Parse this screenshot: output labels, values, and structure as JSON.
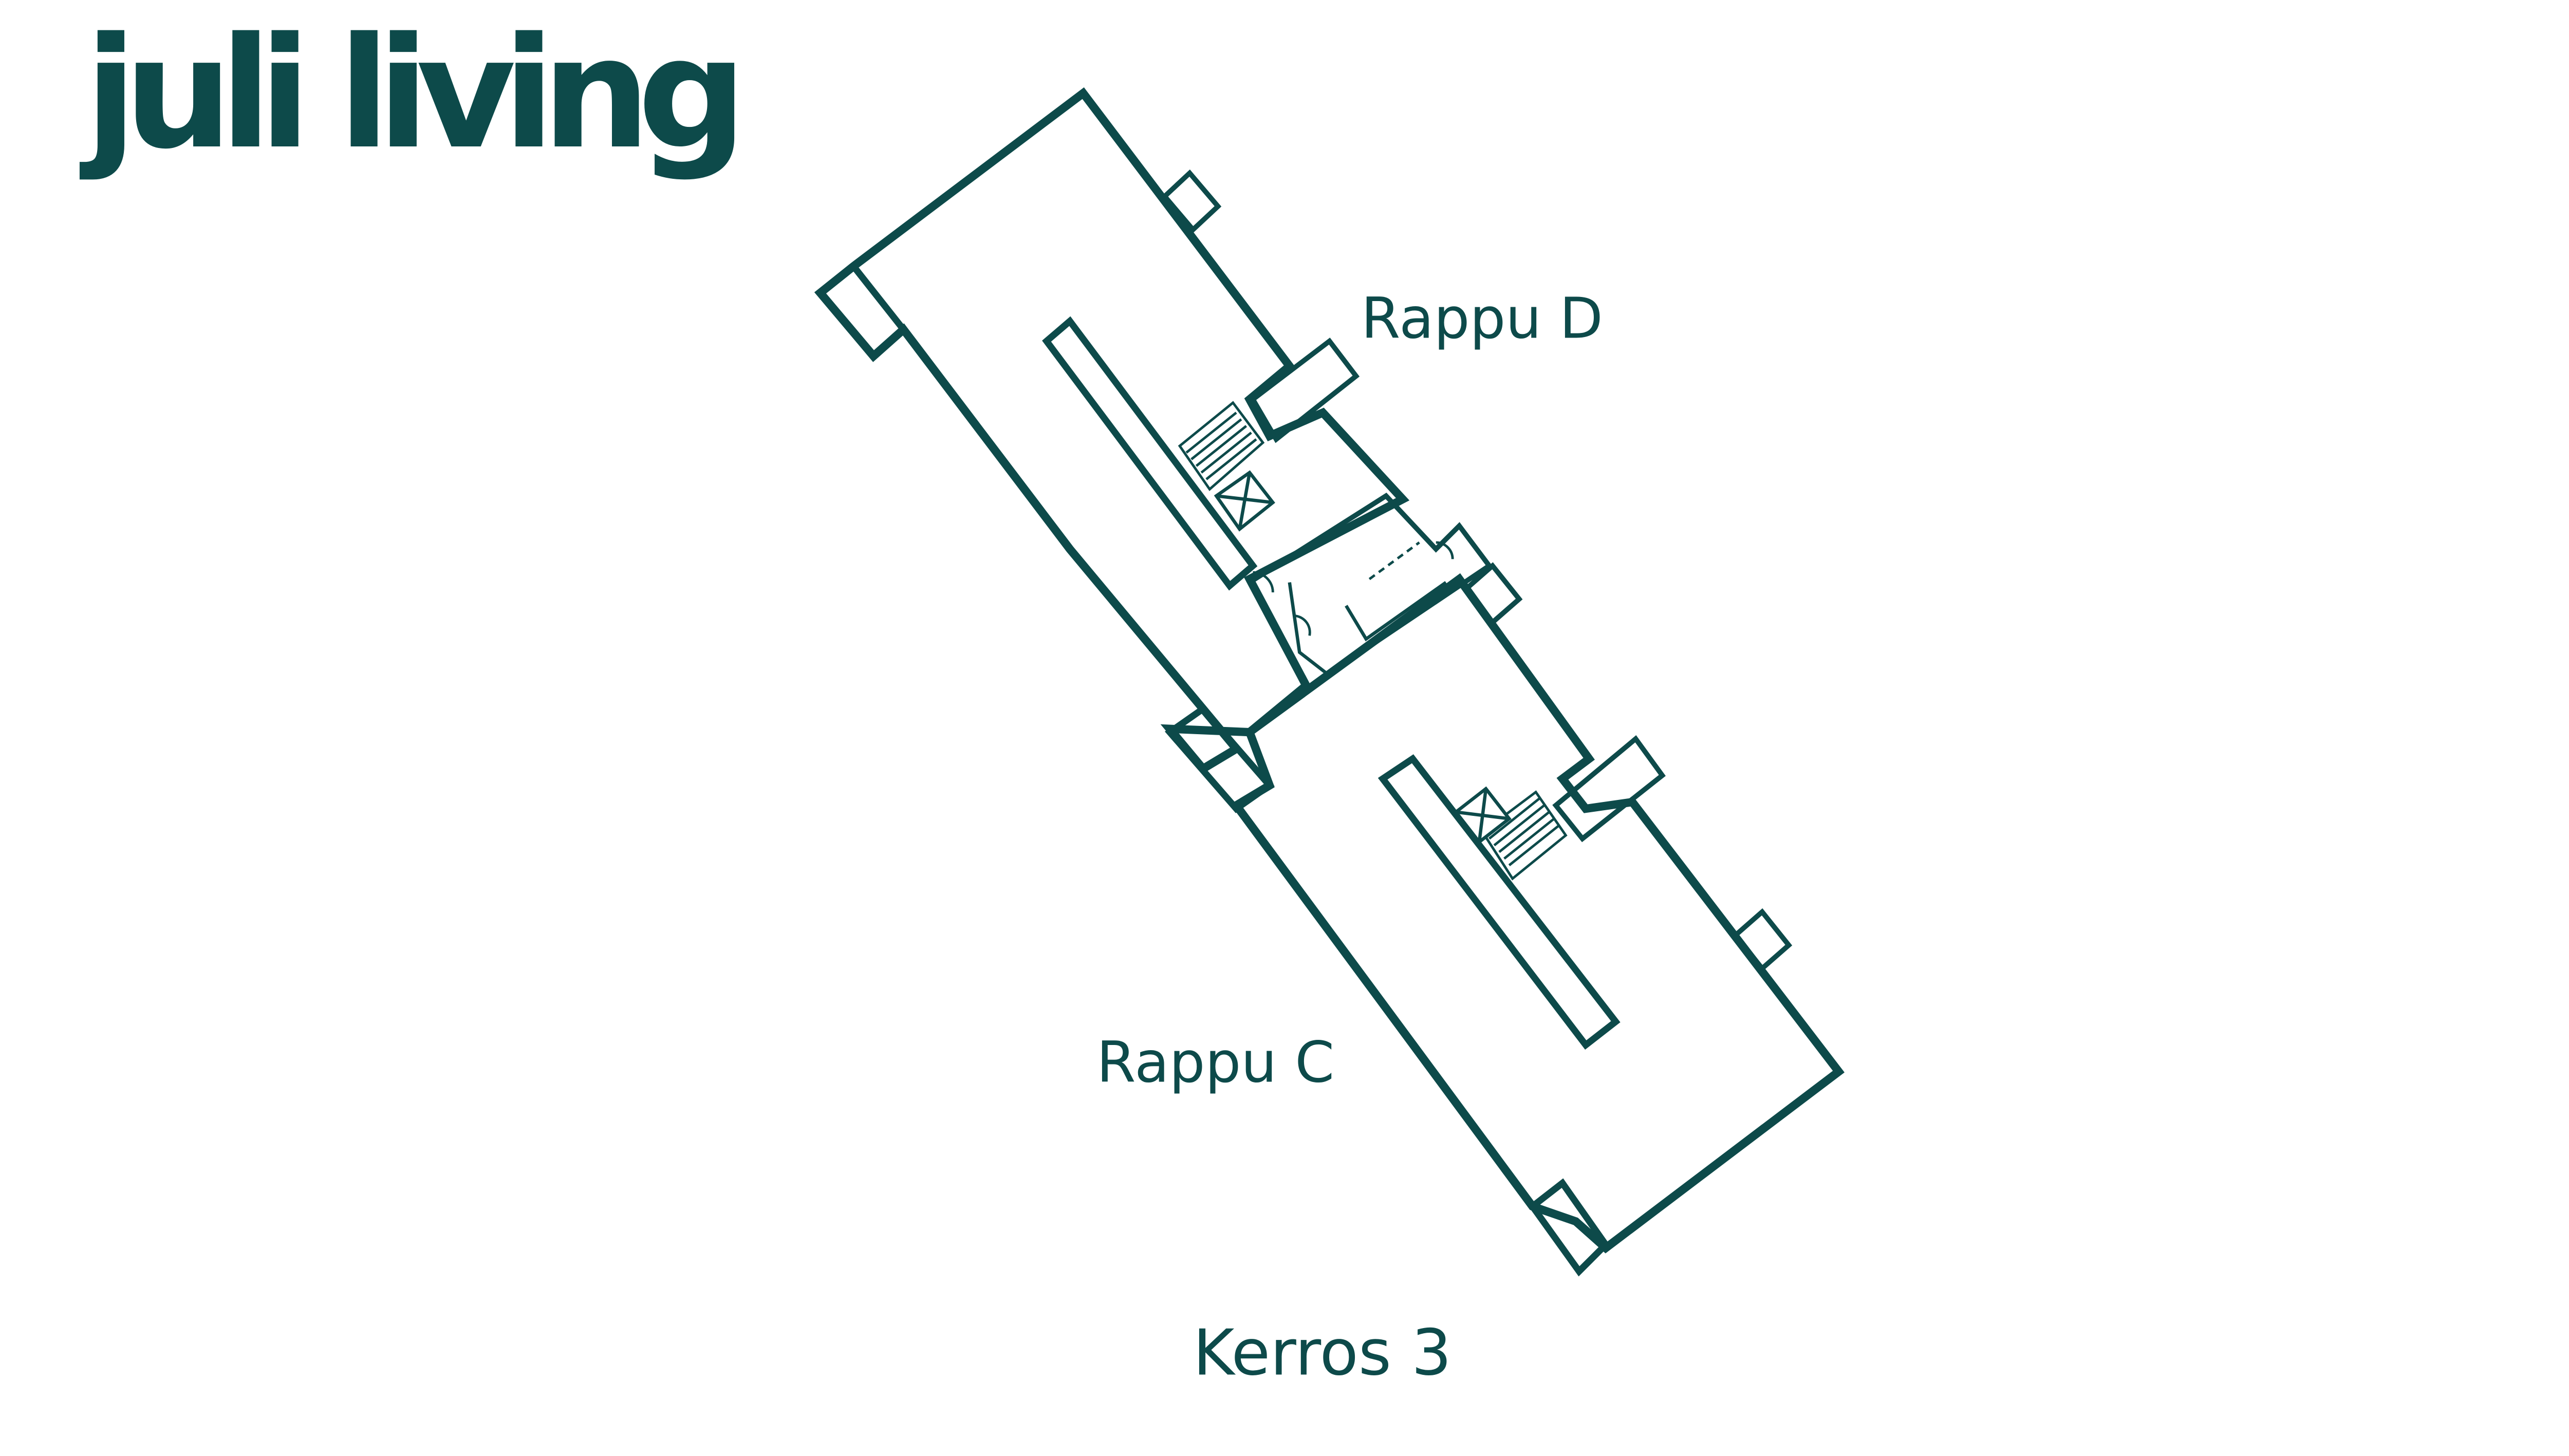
{
  "brand": {
    "name": "juli living",
    "color": "#0d4a4a"
  },
  "labels": {
    "stair_d": "Rappu D",
    "stair_c": "Rappu C",
    "floor": "Kerros 3"
  },
  "colors": {
    "wall": "#0d4a4a",
    "floor_fill": "#ebeae8",
    "highlight_fill": "#99f099",
    "background": "#ffffff"
  },
  "icons": [
    "stairs-icon",
    "elevator-icon",
    "door-swing-icon"
  ],
  "highlighted_unit": "apartment-between-rappu-c-and-rappu-d"
}
